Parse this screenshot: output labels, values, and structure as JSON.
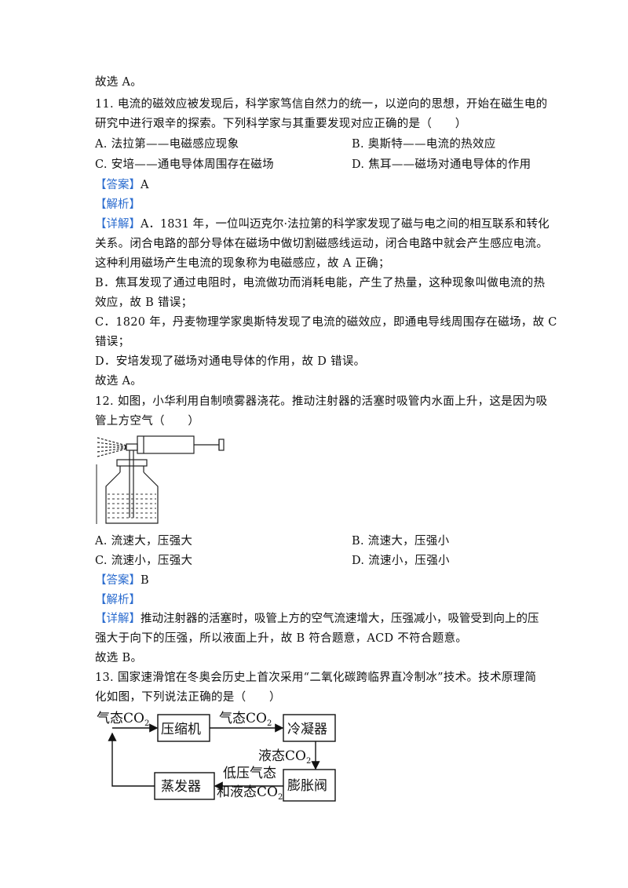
{
  "lines": {
    "l1": "故选 A。",
    "q11_1": "11.  电流的磁效应被发现后，科学家笃信自然力的统一，以逆向的思想，开始在磁生电的",
    "q11_2": "研究中进行艰辛的探索。下列科学家与其重要发现对应正确的是（　　）",
    "q11_A": "A.   法拉第——电磁感应现象",
    "q11_B": "B.   奥斯特——电流的热效应",
    "q11_C": "C.   安培——通电导体周围存在磁场",
    "q11_D": "D.   焦耳——磁场对通电导体的作用",
    "ans_label": "【答案】",
    "ans11": "A",
    "jx_label": "【解析】",
    "xj_label": "【详解】",
    "d11_1": "A．1831 年，一位叫迈克尔·法拉第的科学家发现了磁与电之间的相互联系和转化",
    "d11_2": "关系。闭合电路的部分导体在磁场中做切割磁感线运动，闭合电路中就会产生感应电流。",
    "d11_3": "这种利用磁场产生电流的现象称为电磁感应，故 A 正确；",
    "d11_4": "B．焦耳发现了通过电阻时，电流做功而消耗电能，产生了热量，这种现象叫做电流的热",
    "d11_5": "效应，故 B 错误；",
    "d11_6": "C．1820 年，丹麦物理学家奥斯特发现了电流的磁效应，即通电导线周围存在磁场，故 C",
    "d11_7": "错误；",
    "d11_8": "D．安培发现了磁场对通电导体的作用，故 D 错误。",
    "d11_9": "故选 A。",
    "q12_1": "12.  如图，小华利用自制喷雾器浇花。推动注射器的活塞时吸管内水面上升，这是因为吸",
    "q12_2": "管上方空气（　　）",
    "q12_A": "A.   流速大，压强大",
    "q12_B": "B.   流速大，压强小",
    "q12_C": "C.   流速小，压强大",
    "q12_D": "D.   流速小，压强小",
    "ans12": "B",
    "d12_1": "推动注射器的活塞时，吸管上方的空气流速增大，压强减小，吸管受到向上的压",
    "d12_2": "强大于向下的压强，所以液面上升，故 B 符合题意，ACD 不符合题意。",
    "d12_3": "故选 B。",
    "q13_1": "13.  国家速滑馆在冬奥会历史上首次采用“二氧化碳跨临界直冷制冰”技术。技术原理简",
    "q13_2": "化如图，下列说法正确的是（　　）"
  },
  "flow": {
    "gas_left": "气态CO",
    "gas_mid": "气态CO",
    "sub2": "2",
    "compressor": "压缩机",
    "condenser": "冷凝器",
    "liquid": "液态CO",
    "valve": "膨胀阀",
    "evaporator": "蒸发器",
    "lowp_1": "低压气态",
    "lowp_2": "和液态CO"
  }
}
